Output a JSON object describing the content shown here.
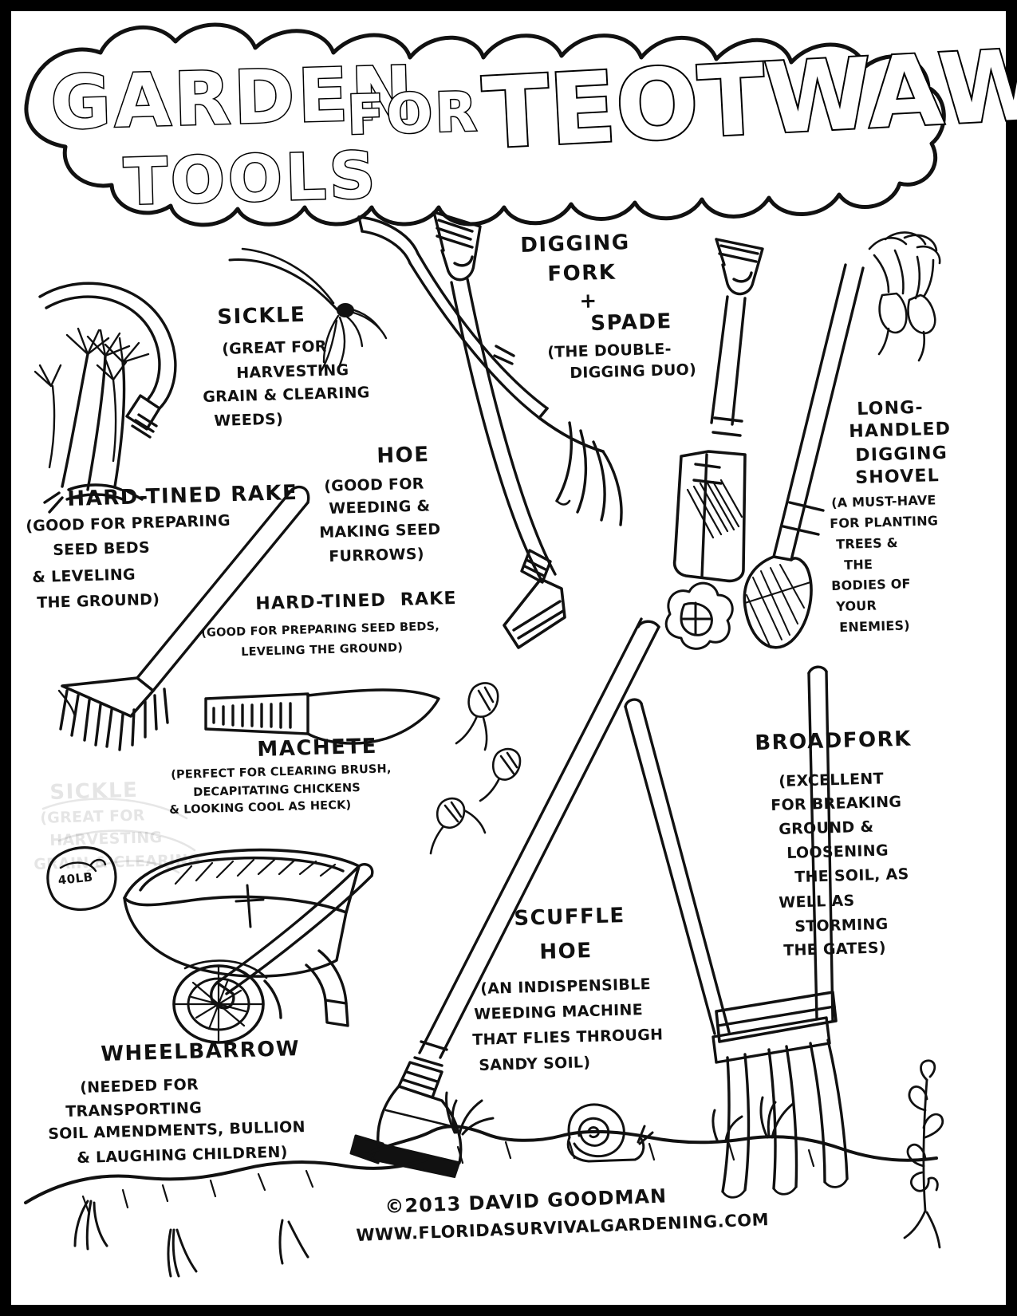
{
  "poster": {
    "title_line1": "GARDEN",
    "title_line2": "TOOLS",
    "title_for": "FOR",
    "title_main": "TEOTWAWKI!"
  },
  "tools": [
    {
      "id": "sickle",
      "name": "SICKLE",
      "desc_lines": [
        "(GREAT FOR",
        "HARVESTING",
        "GRAIN & CLEARING",
        "WEEDS)"
      ]
    },
    {
      "id": "digging-fork-spade",
      "name_lines": [
        "DIGGING",
        "FORK",
        "+",
        "SPADE"
      ],
      "desc_lines": [
        "(THE DOUBLE-",
        "DIGGING DUO)"
      ]
    },
    {
      "id": "long-handled-digging-shovel",
      "name_lines": [
        "LONG-",
        "HANDLED",
        "DIGGING",
        "SHOVEL"
      ],
      "desc_lines": [
        "(A MUST-HAVE",
        "FOR PLANTING",
        "TREES &",
        "THE",
        "BODIES OF",
        "YOUR",
        "ENEMIES)"
      ]
    },
    {
      "id": "hard-tined-rake-left",
      "name": "HARD-TINED RAKE",
      "desc_lines": [
        "(GOOD FOR PREPARING",
        "SEED BEDS",
        "& LEVELING",
        "THE GROUND)"
      ]
    },
    {
      "id": "hoe",
      "name": "HOE",
      "desc_lines": [
        "(GOOD FOR",
        "WEEDING &",
        "MAKING SEED",
        "FURROWS)"
      ]
    },
    {
      "id": "hard-tined-rake-center",
      "name": "HARD-TINED  RAKE",
      "desc_lines": [
        "(GOOD FOR PREPARING SEED BEDS,",
        "LEVELING THE GROUND)"
      ]
    },
    {
      "id": "machete",
      "name": "MACHETE",
      "desc_lines": [
        "(PERFECT FOR CLEARING BRUSH,",
        "DECAPITATING CHICKENS",
        "& LOOKING COOL AS HECK)"
      ]
    },
    {
      "id": "broadfork",
      "name": "BROADFORK",
      "desc_lines": [
        "(EXCELLENT",
        "FOR BREAKING",
        "GROUND &",
        "LOOSENING",
        "THE SOIL, AS",
        "WELL AS",
        "STORMING",
        "THE GATES)"
      ]
    },
    {
      "id": "scuffle-hoe",
      "name_lines": [
        "SCUFFLE",
        "HOE"
      ],
      "desc_lines": [
        "(AN INDISPENSIBLE",
        "WEEDING MACHINE",
        "THAT FLIES THROUGH",
        "SANDY SOIL)"
      ]
    },
    {
      "id": "wheelbarrow",
      "name": "WHEELBARROW",
      "desc_lines": [
        "(NEEDED FOR",
        "TRANSPORTING",
        "SOIL AMENDMENTS, BULLION",
        "& LAUGHING CHILDREN)"
      ]
    }
  ],
  "ghost_text": {
    "lines": [
      "SICKLE",
      "(GREAT FOR",
      "HARVESTING",
      "GRAIN & CLEARING"
    ]
  },
  "weight_badge": {
    "label": "40LB"
  },
  "footer": {
    "copyright": "©2013 DAVID GOODMAN",
    "website": "WWW.FLORIDASURVIVALGARDENING.COM"
  },
  "colors": {
    "ink": "#111111",
    "paper": "#ffffff",
    "border": "#000000"
  }
}
